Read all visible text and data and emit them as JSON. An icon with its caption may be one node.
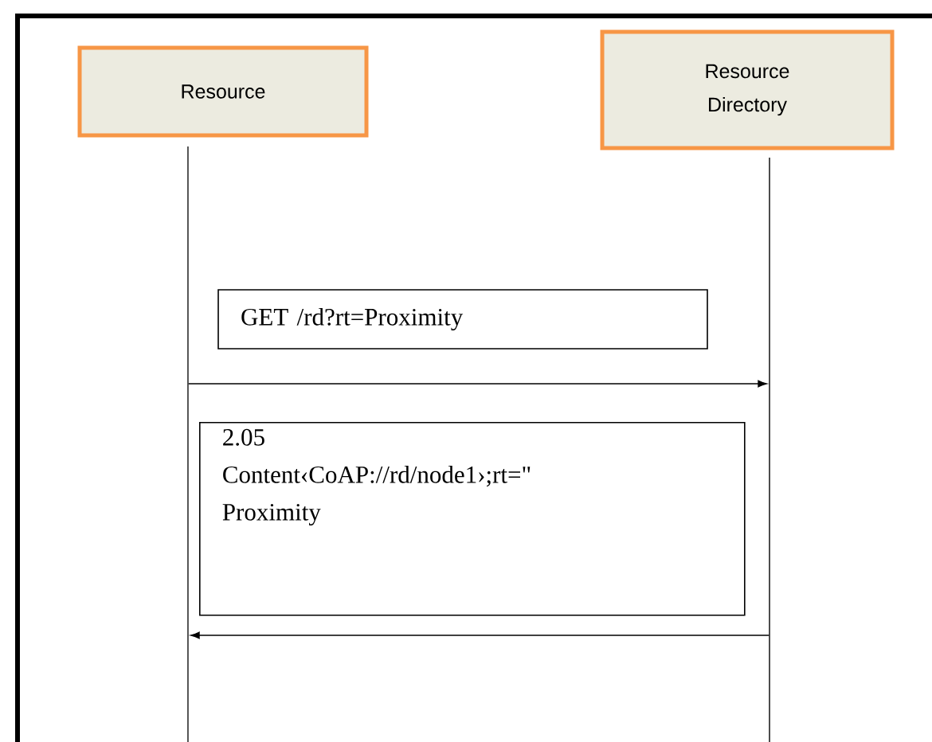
{
  "diagram": {
    "nodes": [
      {
        "text": [
          "Resource"
        ]
      },
      {
        "text": [
          "Resource Directory"
        ]
      },
      {
        "text": [
          "GET /rd?rt=Proximity"
        ]
      },
      {
        "text": [
          "2.05 Content‹CoAP://rd/node1›;rt=\" Proximity"
        ]
      },
      {
        "text": [],
        "shape": "bar"
      },
      {
        "text": [],
        "shape": "bar"
      }
    ],
    "edges": [
      {
        "from": 4,
        "to": 5,
        "arrow": "to"
      },
      {
        "from": 5,
        "to": 4,
        "arrow": "to"
      }
    ]
  }
}
